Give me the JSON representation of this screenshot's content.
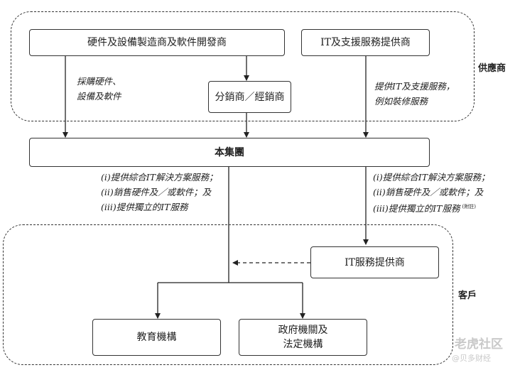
{
  "groups": {
    "suppliers_label": "供應商",
    "customers_label": "客戶"
  },
  "boxes": {
    "hardware_software": "硬件及設備製造商及軟件開發商",
    "it_support": "IT及支援服務提供商",
    "distributors": "分銷商／經銷商",
    "group": "本集團",
    "it_service_providers": "IT服務提供商",
    "education": "教育機構",
    "government_line1": "政府機關及",
    "government_line2": "法定機構"
  },
  "annotations": {
    "purchase": [
      "採購硬件、",
      "設備及軟件"
    ],
    "it_support_service": [
      "提供IT及支援服務，",
      "例如裝修服務"
    ],
    "left_services": [
      "(i)提供綜合IT解決方案服務；",
      "(ii)銷售硬件及／或軟件；及",
      "(iii)提供獨立的IT服務"
    ],
    "right_services": [
      "(i)提供綜合IT解決方案服務；",
      "(ii)銷售硬件及／或軟件；及",
      "(iii)提供獨立的IT服務"
    ],
    "note": "(附註)"
  },
  "watermark": {
    "line1": "老虎社区",
    "line2": "@贝多财经"
  }
}
